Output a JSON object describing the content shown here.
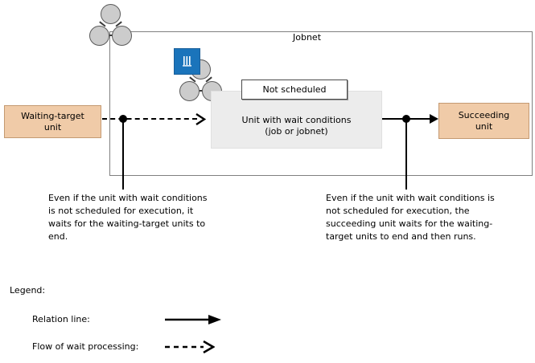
{
  "diagram": {
    "container": {
      "label": "Jobnet"
    },
    "nodes": {
      "waiting_target": "Waiting-target\nunit",
      "waiting_target_line1": "Waiting-target",
      "waiting_target_line2": "unit",
      "wait_unit_line1": "Unit with wait conditions",
      "wait_unit_line2": "(job or jobnet)",
      "succeeding_line1": "Succeeding",
      "succeeding_line2": "unit",
      "callout": "Not scheduled"
    },
    "icons": {
      "jobnet_icon": "jobnet-icon",
      "wait_icon": "wait-pause-icon"
    },
    "annotations": {
      "left": "Even if the unit with wait conditions is not scheduled for execution, it waits for the waiting-target units to end.",
      "right": "Even if the unit with wait conditions is not scheduled for execution, the succeeding unit waits for the waiting-target units to end and then runs."
    }
  },
  "legend": {
    "title": "Legend:",
    "items": [
      {
        "label": "Relation line:",
        "style": "solid-arrow"
      },
      {
        "label": "Flow of wait processing:",
        "style": "dashed-chevron"
      }
    ]
  },
  "colors": {
    "unit_fill": "#f0cba8",
    "unit_border": "#c49a72",
    "wait_unit_fill": "#ececec",
    "container_border": "#808080",
    "wait_icon_blue": "#1a74bb",
    "icon_circle_fill": "#cccccc",
    "icon_circle_border": "#5a5a5a",
    "line": "#000000"
  }
}
